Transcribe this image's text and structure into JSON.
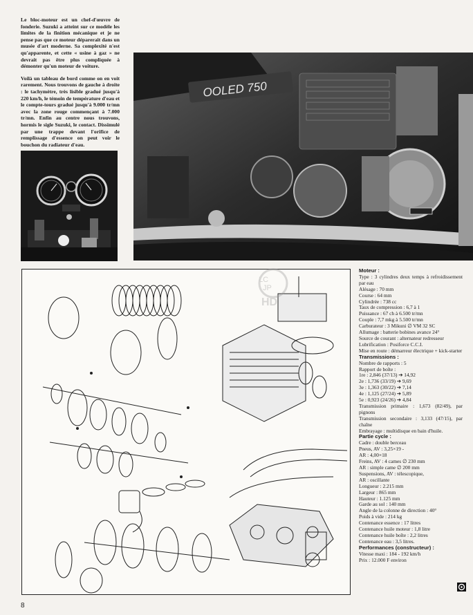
{
  "intro": {
    "p1": "Le bloc-moteur est un chef-d'œuvre de fonderie. Suzuki a atteint sur ce modèle les limites de la finition mécanique et je ne pense pas que ce moteur déparerait dans un musée d'art moderne. Sa complexité n'est qu'apparente, et cette « usine à gaz » ne devrait pas être plus compliquée à démonter qu'un moteur de voiture.",
    "p2": "Voilà un tableau de bord comme on en voit rarement. Nous trouvons de gauche à droite : le tachymètre, très lisible gradué jusqu'à 220 km/h, le témoin de température d'eau et le compte-tours gradué jusqu'à 9.000 tr/mn avec la zone rouge commençant à 7.000 tr/mn. Enfin au centre nous trouvons, hormis le sigle Suzuki, le contact. Dissimulé par une trappe devant l'orifice de remplissage d'essence on peut voir le bouchon du radiateur d'eau."
  },
  "engine_badge": "OOLED 750",
  "specs": [
    {
      "text": "Moteur :",
      "bold": true
    },
    {
      "text": "Type : 3 cylindres deux temps à refroidissement par eau"
    },
    {
      "text": "Alésage : 70 mm"
    },
    {
      "text": "Course : 64 mm"
    },
    {
      "text": "Cylindrée : 738 cc"
    },
    {
      "text": "Taux de compression : 6,7 à 1"
    },
    {
      "text": "Puissance : 67 ch à 6.500 tr/mn"
    },
    {
      "text": "Couple : 7,7 mkg à 5.500 tr/mn"
    },
    {
      "text": "Carburateur : 3 Mikuni ∅ VM 32 SC"
    },
    {
      "text": "Allumage : batterie bobines avance 24°"
    },
    {
      "text": "Source de courant : alternateur redresseur"
    },
    {
      "text": "Lubrification : Posiforce C.C.I."
    },
    {
      "text": "Mise en route : démarreur électrique + kick-starter"
    },
    {
      "text": "Transmissions :",
      "bold": true
    },
    {
      "text": "Nombre de rapports : 5"
    },
    {
      "text": "Rapport de boîte :"
    },
    {
      "text": "1re : 2,846 (37/13) ➔ 14,92"
    },
    {
      "text": "2e : 1,736 (33/19) ➔ 9,69"
    },
    {
      "text": "3e : 1,363 (30/22) ➔ 7,14"
    },
    {
      "text": "4e : 1,125 (27/24) ➔ 5,89"
    },
    {
      "text": "5e : 0,923 (24/26) ➔ 4,84"
    },
    {
      "text": "Transmission primaire : 1,673 (82/49), par pignons"
    },
    {
      "text": "Transmission secondaire : 3,133 (47/15), par chaîne"
    },
    {
      "text": "Embrayage : multidisque en bain d'huile."
    },
    {
      "text": "Partie cycle :",
      "bold": true
    },
    {
      "text": "Cadre : double berceau"
    },
    {
      "text": "Pneus, AV : 3,25×19 -"
    },
    {
      "text": "AR : 4,00×18"
    },
    {
      "text": "Freins, AV : 4 cames ∅ 230 mm"
    },
    {
      "text": "AR : simple came ∅ 200 mm"
    },
    {
      "text": "Suspensions, AV : télescopique,"
    },
    {
      "text": "AR : oscillante"
    },
    {
      "text": "Longueur : 2.215 mm"
    },
    {
      "text": "Largeur : 865 mm"
    },
    {
      "text": "Hauteur : 1.125 mm"
    },
    {
      "text": "Garde au sol : 140 mm"
    },
    {
      "text": "Angle de la colonne de direction : 40°"
    },
    {
      "text": "Poids à vide : 214 kg"
    },
    {
      "text": "Contenance essence : 17 litres"
    },
    {
      "text": "Contenance huile moteur : 1,8 litre"
    },
    {
      "text": "Contenance huile boîte : 2,2 litres"
    },
    {
      "text": "Contenance eau : 3,5 litres."
    },
    {
      "text": "Performances (constructeur) :",
      "bold": true
    },
    {
      "text": "Vitesse maxi : 184 - 192 km/h"
    },
    {
      "text": "Prix : 12.000 F environ"
    }
  ],
  "watermark_text": "LC JP HD",
  "page_number": "8",
  "icons": {
    "corner": "crosshair-icon"
  }
}
